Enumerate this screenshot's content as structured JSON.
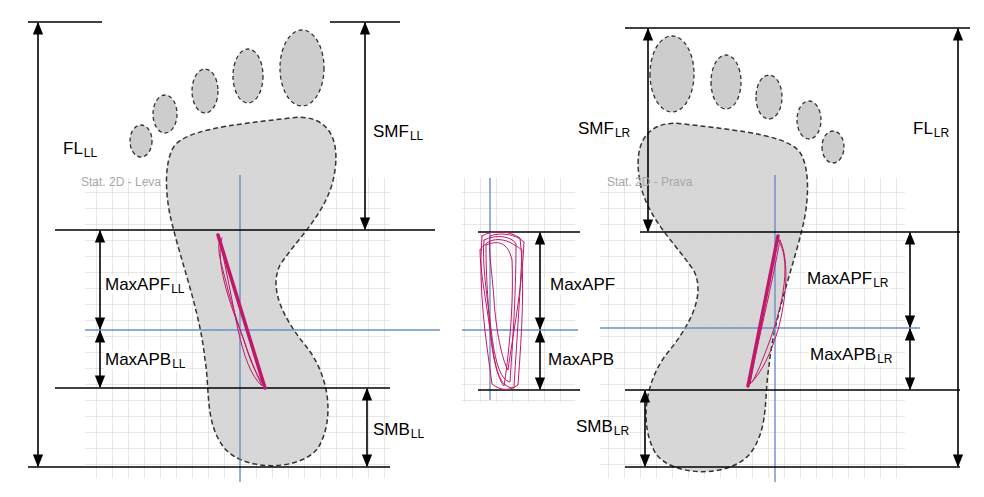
{
  "diagram": {
    "labels": [
      "FL",
      "LL",
      "SMF",
      "LL",
      "Stat. 2D - Leva",
      "MaxAPF",
      "LL",
      "MaxAPB",
      "LL",
      "SMB",
      "LL",
      "MaxAPF",
      "MaxAPB",
      "SMF",
      "LR",
      "Stat. 2D - Prava",
      "MaxAPF",
      "LR",
      "MaxAPB",
      "LR",
      "SMB",
      "LR",
      "FL",
      "LR"
    ]
  }
}
